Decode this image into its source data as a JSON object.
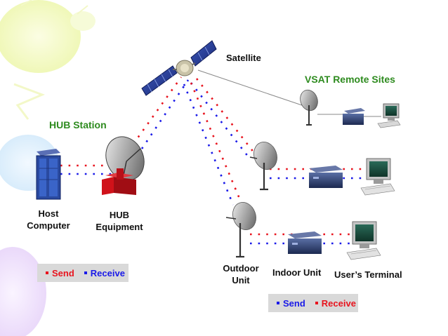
{
  "labels": {
    "satellite": "Satellite",
    "vsat_sites": "VSAT Remote Sites",
    "hub_station": "HUB Station",
    "host_computer": "Host\nComputer",
    "hub_equipment": "HUB\nEquipment",
    "outdoor_unit": "Outdoor\nUnit",
    "indoor_unit": "Indoor Unit",
    "users_terminal": "User’s Terminal"
  },
  "legend_left": {
    "first": "Send",
    "second": "Receive"
  },
  "legend_right": {
    "first": "Send",
    "second": "Receive"
  },
  "colors": {
    "send": "#e8141e",
    "receive": "#1a1ae8",
    "title_green": "#2e8b1f",
    "legend_bg": "#d9d9d9"
  }
}
